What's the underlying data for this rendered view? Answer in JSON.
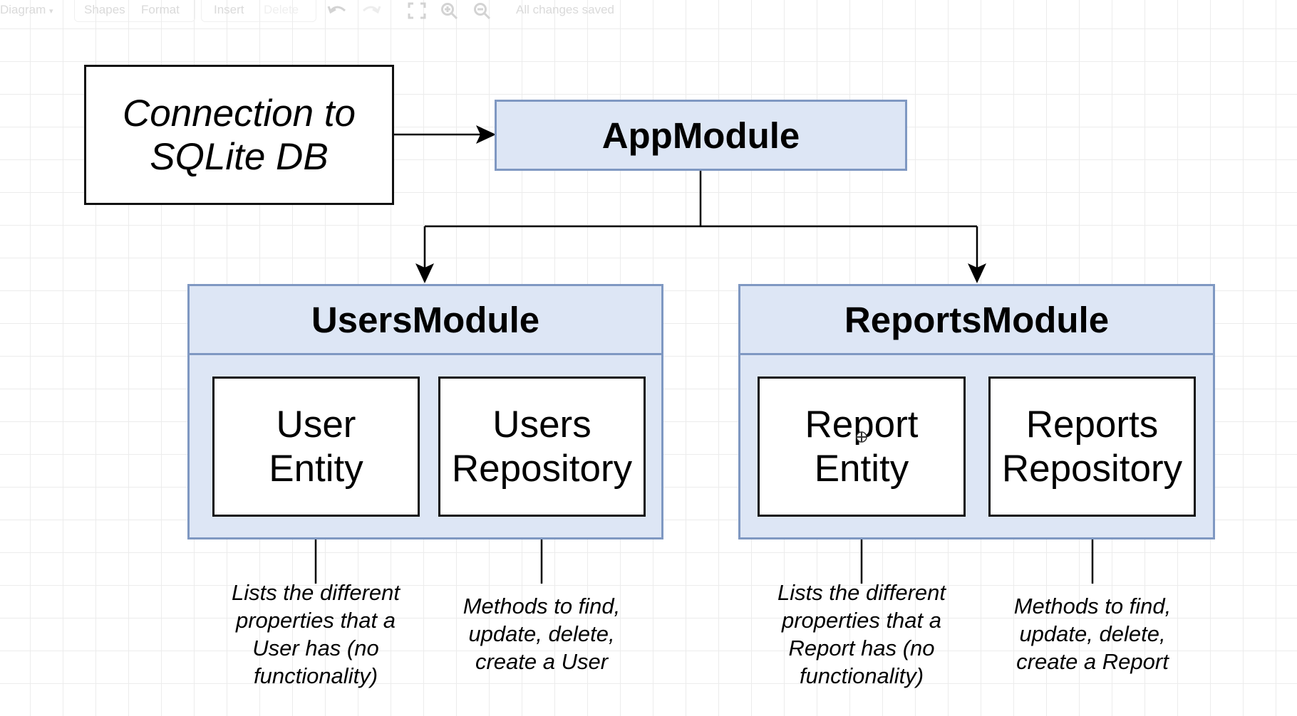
{
  "toolbar": {
    "diagram_menu": "Diagram",
    "shapes_label": "Shapes",
    "format_label": "Format",
    "insert_label": "Insert",
    "delete_label": "Delete",
    "status": "All changes saved",
    "icons": [
      "undo-icon",
      "redo-icon",
      "fit-page-icon",
      "zoom-in-icon",
      "zoom-out-icon"
    ]
  },
  "diagram": {
    "connection_box": "Connection to\nSQLite DB",
    "app_module": "AppModule",
    "users_module": {
      "title": "UsersModule",
      "entity": "User\nEntity",
      "repository": "Users\nRepository",
      "entity_note": "Lists the different\nproperties that a\nUser has (no\nfunctionality)",
      "repository_note": "Methods to find,\nupdate, delete,\ncreate a User"
    },
    "reports_module": {
      "title": "ReportsModule",
      "entity": "Report\nEntity",
      "repository": "Reports\nRepository",
      "entity_note": "Lists the different\nproperties that a\nReport has (no\nfunctionality)",
      "repository_note": "Methods to find,\nupdate, delete,\ncreate a Report"
    },
    "colors": {
      "module_fill": "#dde6f5",
      "module_border": "#7f98c2",
      "box_border": "#111111",
      "grid": "#ececec"
    }
  }
}
